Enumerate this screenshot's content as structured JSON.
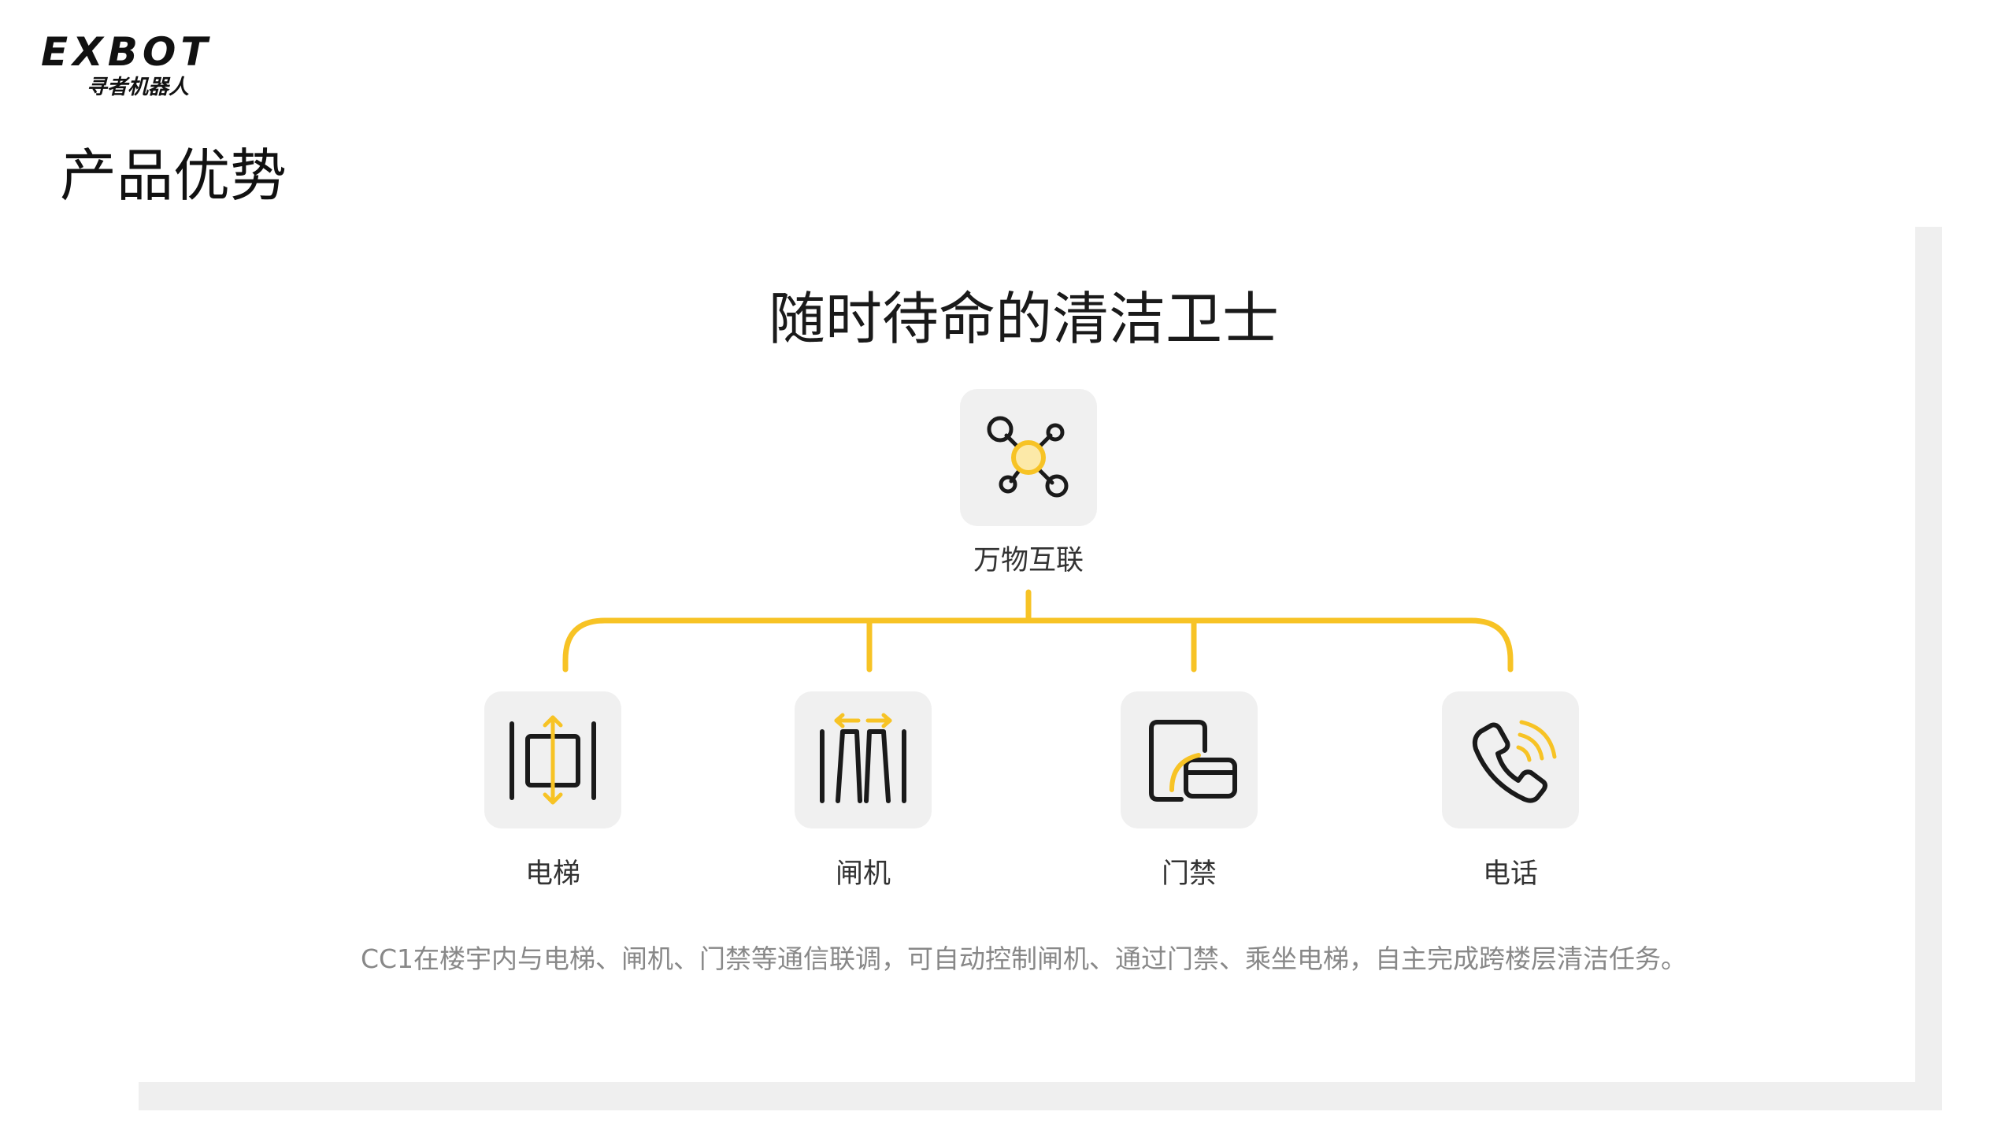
{
  "brand": {
    "logo_text": "EXBOT",
    "logo_subtitle": "寻者机器人"
  },
  "page_title": "产品优势",
  "main_heading": "随时待命的清洁卫士",
  "hub": {
    "label": "万物互联",
    "icon": "network-hub-icon"
  },
  "nodes": [
    {
      "label": "电梯",
      "icon": "elevator-icon"
    },
    {
      "label": "闸机",
      "icon": "gate-icon"
    },
    {
      "label": "门禁",
      "icon": "access-card-icon"
    },
    {
      "label": "电话",
      "icon": "phone-icon"
    }
  ],
  "description": "CC1在楼宇内与电梯、闸机、门禁等通信联调，可自动控制闸机、通过门禁、乘坐电梯，自主完成跨楼层清洁任务。",
  "colors": {
    "accent": "#F7C325",
    "icon_stroke": "#1a1a1a",
    "icon_bg": "#F0F0F0",
    "panel_shadow": "#EFEFEF",
    "description_text": "#888888"
  }
}
